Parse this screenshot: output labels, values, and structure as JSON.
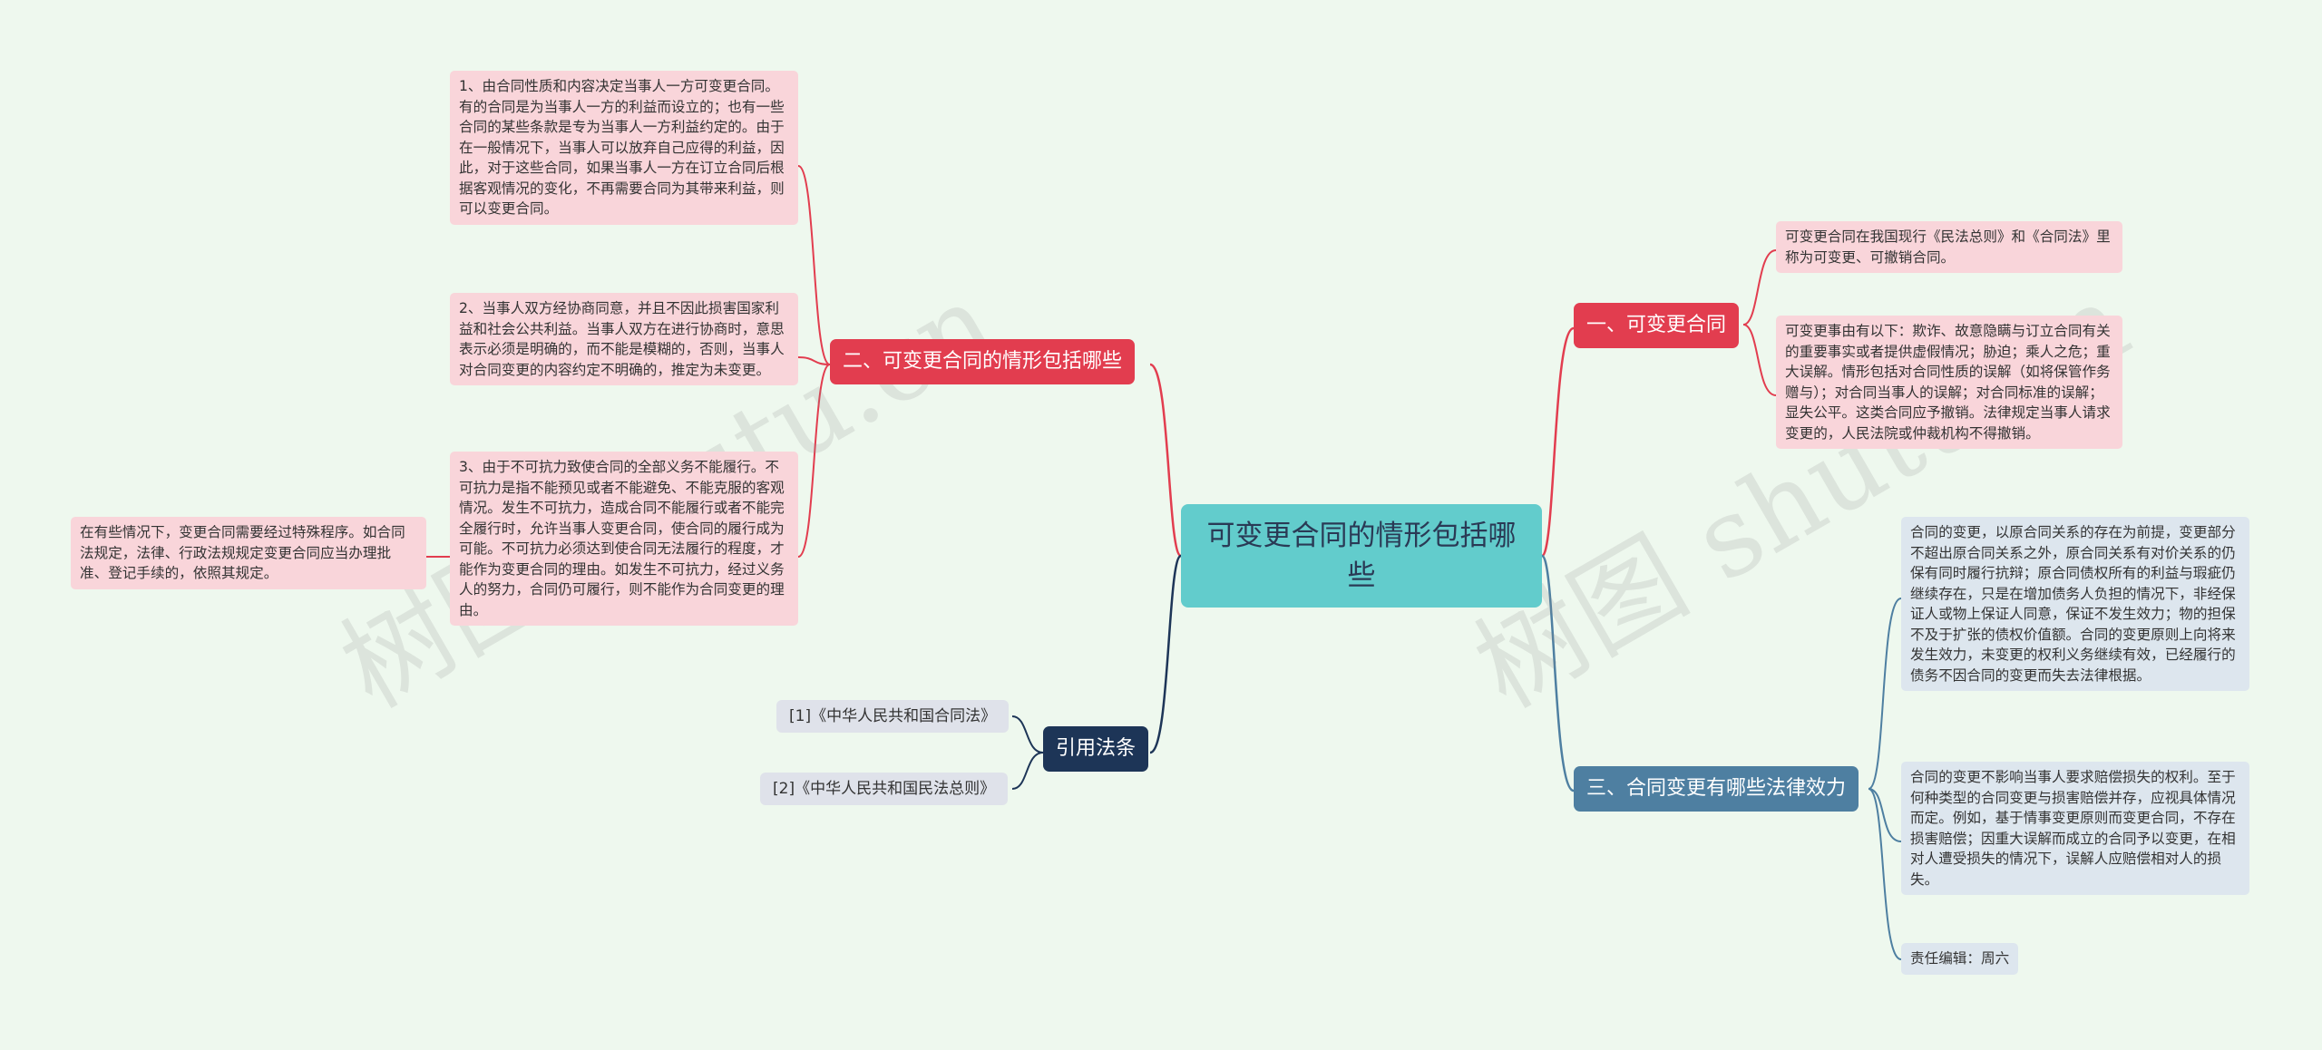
{
  "root": {
    "title": "可变更合同的情形包括哪些"
  },
  "branches": {
    "b1": {
      "label": "一、可变更合同",
      "leaves": [
        "可变更合同在我国现行《民法总则》和《合同法》里称为可变更、可撤销合同。",
        "可变更事由有以下：欺诈、故意隐瞒与订立合同有关的重要事实或者提供虚假情况；胁迫；乘人之危；重大误解。情形包括对合同性质的误解（如将保管作务赠与）；对合同当事人的误解；对合同标准的误解；显失公平。这类合同应予撤销。法律规定当事人请求变更的，人民法院或仲裁机构不得撤销。"
      ]
    },
    "b2": {
      "label": "二、可变更合同的情形包括哪些",
      "leaves": [
        "1、由合同性质和内容决定当事人一方可变更合同。有的合同是为当事人一方的利益而设立的；也有一些合同的某些条款是专为当事人一方利益约定的。由于在一般情况下，当事人可以放弃自己应得的利益，因此，对于这些合同，如果当事人一方在订立合同后根据客观情况的变化，不再需要合同为其带来利益，则可以变更合同。",
        "2、当事人双方经协商同意，并且不因此损害国家利益和社会公共利益。当事人双方在进行协商时，意思表示必须是明确的，而不能是模糊的，否则，当事人对合同变更的内容约定不明确的，推定为未变更。",
        "3、由于不可抗力致使合同的全部义务不能履行。不可抗力是指不能预见或者不能避免、不能克服的客观情况。发生不可抗力，造成合同不能履行或者不能完全履行时，允许当事人变更合同，使合同的履行成为可能。不可抗力必须达到使合同无法履行的程度，才能作为变更合同的理由。如发生不可抗力，经过义务人的努力，合同仍可履行，则不能作为合同变更的理由。"
      ],
      "sub_leaf": "在有些情况下，变更合同需要经过特殊程序。如合同法规定，法律、行政法规规定变更合同应当办理批准、登记手续的，依照其规定。"
    },
    "b3": {
      "label": "三、合同变更有哪些法律效力",
      "leaves": [
        "合同的变更，以原合同关系的存在为前提，变更部分不超出原合同关系之外，原合同关系有对价关系的仍保有同时履行抗辩；原合同债权所有的利益与瑕疵仍继续存在，只是在增加债务人负担的情况下，非经保证人或物上保证人同意，保证不发生效力；物的担保不及于扩张的债权价值额。合同的变更原则上向将来发生效力，未变更的权利义务继续有效，已经履行的债务不因合同的变更而失去法律根据。",
        "合同的变更不影响当事人要求赔偿损失的权利。至于何种类型的合同变更与损害赔偿并存，应视具体情况而定。例如，基于情事变更原则而变更合同，不存在损害赔偿；因重大误解而成立的合同予以变更，在相对人遭受损失的情况下，误解人应赔偿相对人的损失。",
        "责任编辑：周六"
      ]
    },
    "b4": {
      "label": "引用法条",
      "leaves": [
        "[1]《中华人民共和国合同法》",
        "[2]《中华人民共和国民法总则》"
      ]
    }
  },
  "watermark": [
    "树图 shutu.cn",
    "树图 shutu.cn"
  ],
  "colors": {
    "background": "#eef8ee",
    "root": "#62cccc",
    "red_branch": "#e23d4f",
    "steel_branch": "#4e7fa1",
    "navy_branch": "#1d3557",
    "pink_leaf": "#f9d5da",
    "blue_leaf": "#dde6ee"
  }
}
